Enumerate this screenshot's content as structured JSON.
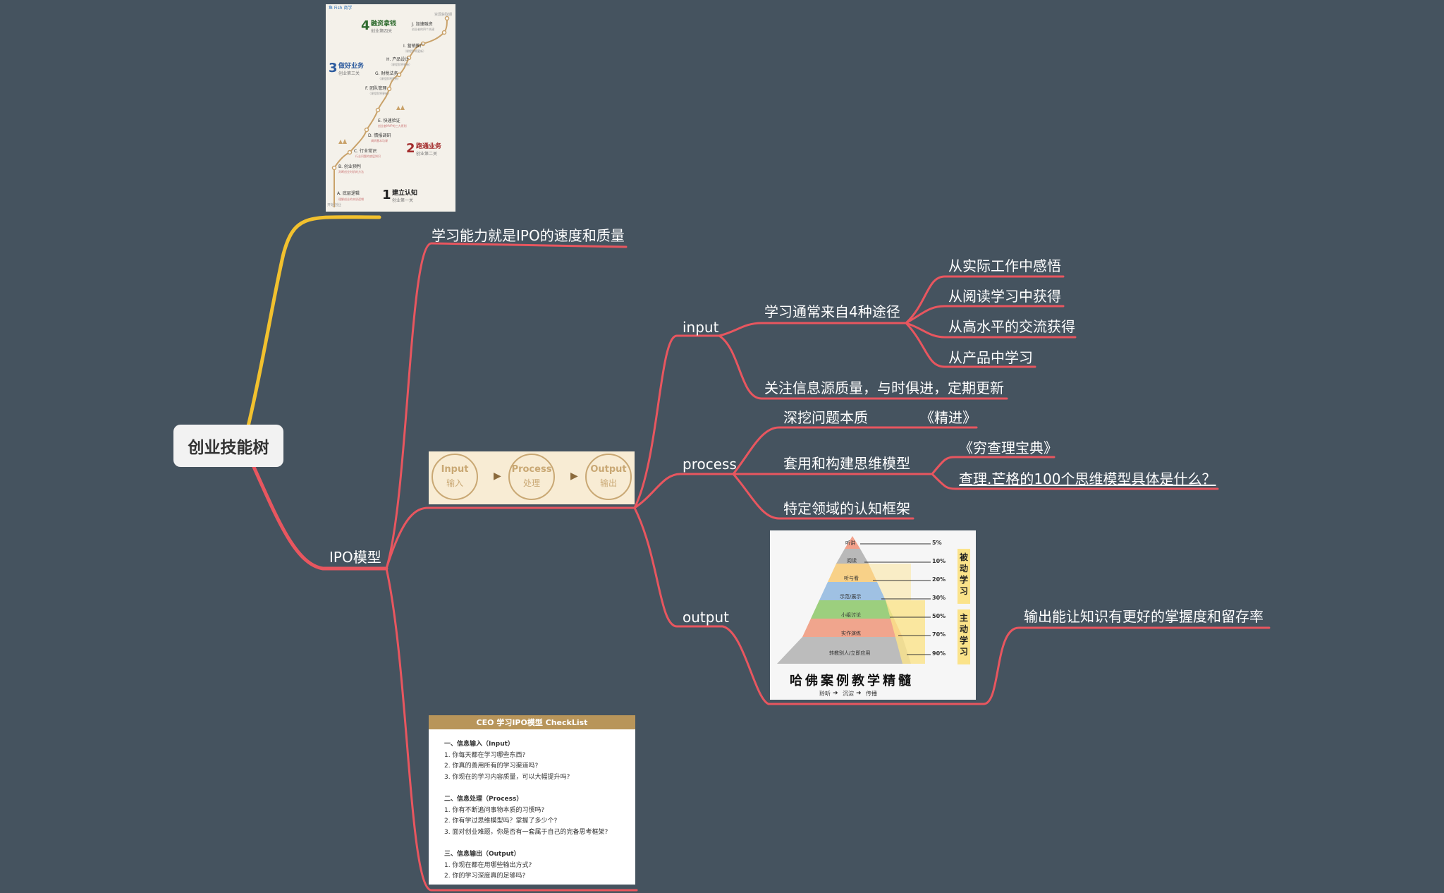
{
  "root": {
    "label": "创业技能树"
  },
  "colors": {
    "background": "#45535f",
    "branch_main": "#e8565f",
    "branch_image": "#f2c12e"
  },
  "branches": {
    "ipo": {
      "label": "IPO模型"
    },
    "speed": {
      "label": "学习能力就是IPO的速度和质量"
    },
    "input": {
      "label": "input"
    },
    "four_ways": {
      "label": "学习通常来自4种途径"
    },
    "way1": {
      "label": "从实际工作中感悟"
    },
    "way2": {
      "label": "从阅读学习中获得"
    },
    "way3": {
      "label": "从高水平的交流获得"
    },
    "way4": {
      "label": "从产品中学习"
    },
    "source_quality": {
      "label": "关注信息源质量，与时俱进，定期更新"
    },
    "process": {
      "label": "process"
    },
    "dig": {
      "label": "深挖问题本质"
    },
    "jingjin": {
      "label": "《精进》"
    },
    "models": {
      "label": "套用和构建思维模型"
    },
    "poor_charlie": {
      "label": "《穷查理宝典》"
    },
    "munger_link": {
      "label": "查理.芒格的100个思维模型具体是什么？"
    },
    "domain_frame": {
      "label": "特定领域的认知框架"
    },
    "output": {
      "label": "output"
    },
    "retention": {
      "label": "输出能让知识有更好的掌握度和留存率"
    }
  },
  "roadmap_image": {
    "logo": "鱼 Fish 商学",
    "stage4_num": "4",
    "stage4_title": "融资拿钱",
    "stage4_sub": "创业第四关",
    "stage3_num": "3",
    "stage3_title": "做好业务",
    "stage3_sub": "创业第三关",
    "stage2_num": "2",
    "stage2_title": "跑通业务",
    "stage2_sub": "创业第二关",
    "stage1_num": "1",
    "stage1_title": "建立认知",
    "stage1_sub": "创业第一关",
    "end_label": "资源获取期",
    "start_label": "开始创业",
    "steps": [
      {
        "title": "J. 加速融资",
        "sub": "创业者的四个关键"
      },
      {
        "title": "I. 营销推广",
        "sub": "（课程即将更新）"
      },
      {
        "title": "H. 产品设计",
        "sub": "（课程即将更新）"
      },
      {
        "title": "G. 财税法务",
        "sub": "（课程即将更新）"
      },
      {
        "title": "F. 团队管理",
        "sub": "（课程即将更新）"
      },
      {
        "title": "E. 快速验证",
        "sub": "创业者MVP的三大原则"
      },
      {
        "title": "D. 情报调研",
        "sub": "调研基本功课"
      },
      {
        "title": "C. 行业常识",
        "sub": "行业问题的底层知识"
      },
      {
        "title": "B. 创业预判",
        "sub": "判断创业时机的方法"
      },
      {
        "title": "A. 底层逻辑",
        "sub": "理解创业的本质逻辑"
      }
    ]
  },
  "ipo_image": {
    "steps": [
      {
        "en": "Input",
        "zh": "输入"
      },
      {
        "en": "Process",
        "zh": "处理"
      },
      {
        "en": "Output",
        "zh": "输出"
      }
    ]
  },
  "pyramid_image": {
    "levels": [
      {
        "label": "听讲",
        "pct": "5%",
        "color": "#f2a08a"
      },
      {
        "label": "阅读",
        "pct": "10%",
        "color": "#b9b9b9"
      },
      {
        "label": "听与看",
        "pct": "20%",
        "color": "#f8d188"
      },
      {
        "label": "示范/展示",
        "pct": "30%",
        "color": "#9fc1e3"
      },
      {
        "label": "小组讨论",
        "pct": "50%",
        "color": "#9ccf7e"
      },
      {
        "label": "实作演练",
        "pct": "70%",
        "color": "#f0a58d"
      },
      {
        "label": "转教别人/立即应用",
        "pct": "90%",
        "color": "#bcbcbc"
      }
    ],
    "passive_label": "被动学习",
    "active_label": "主动学习",
    "title": "哈佛案例教学精髓",
    "subtitle": [
      "聆听",
      "沉淀",
      "传播"
    ]
  },
  "checklist_image": {
    "title": "CEO 学习IPO模型 CheckList",
    "lines": [
      "一、信息输入（Input）",
      "1. 你每天都在学习哪些东西?",
      "2. 你真的善用所有的学习渠道吗?",
      "3. 你现在的学习内容质量，可以大幅提升吗?",
      "",
      "二、信息处理（Process）",
      "1. 你有不断追问事物本质的习惯吗?",
      "2. 你有学过思维模型吗？掌握了多少个?",
      "3. 面对创业难题，你是否有一套属于自己的完备思考框架?",
      "",
      "三、信息输出（Output）",
      "1. 你现在都在用哪些输出方式?",
      "2. 你的学习深度真的足够吗?"
    ]
  }
}
